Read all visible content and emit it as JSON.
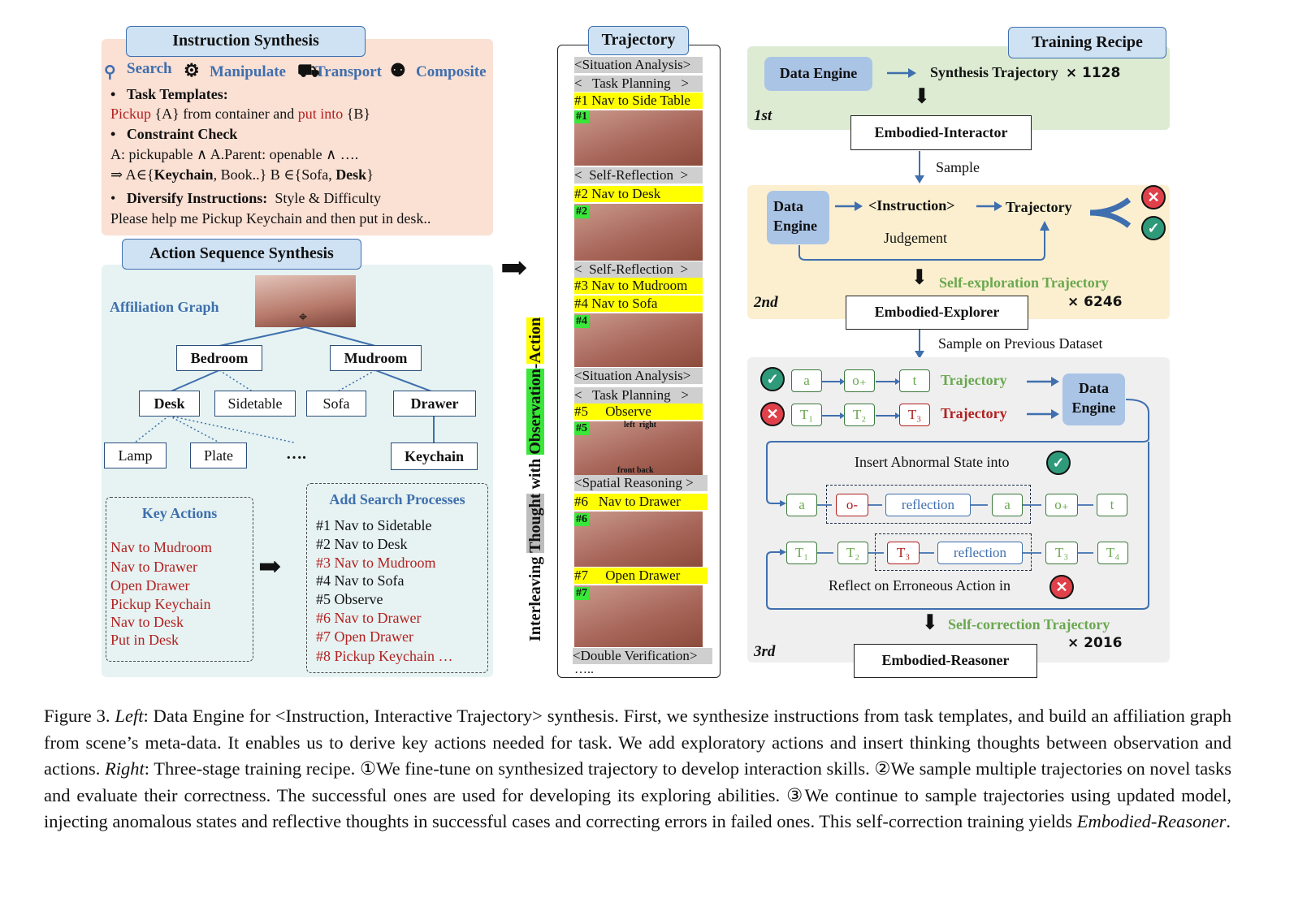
{
  "instruction": {
    "header": "Instruction Synthesis",
    "cats": [
      "Search",
      "Manipulate",
      "Transport",
      "Composite"
    ],
    "task_templates_label": "Task Templates:",
    "template": {
      "w1": "Pickup",
      "w2": " {A} from container and ",
      "w3": "put into",
      "w4": " {B}"
    },
    "constraint_label": "Constraint Check",
    "constraint_line1": "A: pickupable ∧ A.Parent: openable ∧ ….",
    "constraint_line2": {
      "p1": "⇒ A∈{",
      "b1": "Keychain",
      "p2": ", Book..} B ∈{Sofa, ",
      "b2": "Desk",
      "p3": "}"
    },
    "diversify_label": "Diversify Instructions:",
    "diversify_tail": "Style & Difficulty",
    "example": "Please help me Pickup Keychain and then put in desk.."
  },
  "action": {
    "header": "Action Sequence Synthesis",
    "graph_label": "Affiliation Graph",
    "nodes": {
      "bedroom": "Bedroom",
      "mudroom": "Mudroom",
      "desk": "Desk",
      "sidetable": "Sidetable",
      "sofa": "Sofa",
      "drawer": "Drawer",
      "lamp": "Lamp",
      "plate": "Plate",
      "dots": "….",
      "keychain": "Keychain"
    },
    "key_actions_title": "Key Actions",
    "key_actions": [
      "Nav to Mudroom",
      "Nav to Drawer",
      "Open Drawer",
      "Pickup Keychain",
      "Nav to Desk",
      "Put in Desk"
    ],
    "search_title": "Add Search Processes",
    "search_items": [
      {
        "t": "#1 Nav to Sidetable",
        "red": false
      },
      {
        "t": "#2 Nav to Desk",
        "red": false
      },
      {
        "t": "#3 Nav to Mudroom",
        "red": true
      },
      {
        "t": "#4 Nav to Sofa",
        "red": false
      },
      {
        "t": "#5 Observe",
        "red": false
      },
      {
        "t": "#6 Nav to Drawer",
        "red": true
      },
      {
        "t": "#7 Open Drawer",
        "red": true
      },
      {
        "t": "#8 Pickup Keychain …",
        "red": true
      }
    ]
  },
  "vertical": {
    "p1": "Interleaving ",
    "p2": "Thought",
    "p3": " with ",
    "p4": "Observation",
    "p5": "-",
    "p6": "Action"
  },
  "trajectory": {
    "header": "Trajectory",
    "r1": "<Situation Analysis>",
    "r2": "<   Task Planning   >",
    "r3": "#1 Nav to Side Table",
    "b1": "#1",
    "r4": "<  Self-Reflection  >",
    "r5": "#2 Nav to Desk",
    "b2": "#2",
    "r6": "<  Self-Reflection  >",
    "r7": "#3 Nav to Mudroom",
    "r8": "#4 Nav to Sofa",
    "b4": "#4",
    "r9": "<Situation Analysis>",
    "r10": "<   Task Planning   >",
    "r11": "#5     Observe",
    "b5": "#5",
    "lr": "left  right",
    "fb": "front back",
    "r12": "<Spatial Reasoning >",
    "r13": "#6   Nav to Drawer",
    "b6": "#6",
    "r14": "#7     Open Drawer",
    "b7": "#7",
    "r15": "<Double Verification>",
    "r16": "….."
  },
  "recipe": {
    "header": "Training Recipe",
    "s1": {
      "de": "Data Engine",
      "traj": "Synthesis Trajectory",
      "mult": "× 1128",
      "stage": "1st",
      "model": "Embodied-Interactor"
    },
    "sample": "Sample",
    "s2": {
      "de1": "Data",
      "de2": "Engine",
      "instr": "<Instruction>",
      "traj": "Trajectory",
      "judge": "Judgement",
      "explore": "Self-exploration Trajectory",
      "mult": "× 6246",
      "stage": "2nd",
      "model": "Embodied-Explorer"
    },
    "sample_prev": "Sample on Previous Dataset",
    "s3": {
      "traj_ok": "Trajectory",
      "traj_err": "Trajectory",
      "de1": "Data",
      "de2": "Engine",
      "insert": "Insert Abnormal State into",
      "reflect": "Reflect on Erroneous Action in",
      "chip_a": "a",
      "chip_o_plus": "o₊",
      "chip_t": "t",
      "chip_o_minus": "o-",
      "chip_reflection": "reflection",
      "chip_T1": "T₁",
      "chip_T2": "T₂",
      "chip_T3": "T₃",
      "chip_T4": "T₄",
      "correct": "Self-correction Trajectory",
      "mult": "× 2016",
      "stage": "3rd",
      "model": "Embodied-Reasoner"
    }
  },
  "caption": {
    "fig": "Figure 3. ",
    "left_label": "Left",
    "p1": ": Data Engine for <Instruction, Interactive Trajectory> synthesis. First, we synthesize instructions from task templates, and build an affiliation graph from scene’s meta-data. It enables us to derive key actions needed for task. We add exploratory actions and insert thinking thoughts between observation and actions. ",
    "right_label": "Right",
    "p2": ": Three-stage training recipe. ①We fine-tune on synthesized trajectory to develop interaction skills. ②We sample multiple trajectories on novel tasks and evaluate their correctness. The successful ones are used for developing its exploring abilities. ③We continue to sample trajectories using updated model, injecting anomalous states and reflective thoughts in successful cases and correcting errors in failed ones. This self-correction training yields ",
    "model": "Embodied-Reasoner",
    "end": "."
  },
  "colors": {
    "salmon": "#fbe0d4",
    "teal": "#e6f3f2",
    "green_bg": "#dcebd2",
    "yellow_bg": "#fcefcf",
    "grey_bg": "#efefef",
    "accent": "#3f6fae"
  }
}
